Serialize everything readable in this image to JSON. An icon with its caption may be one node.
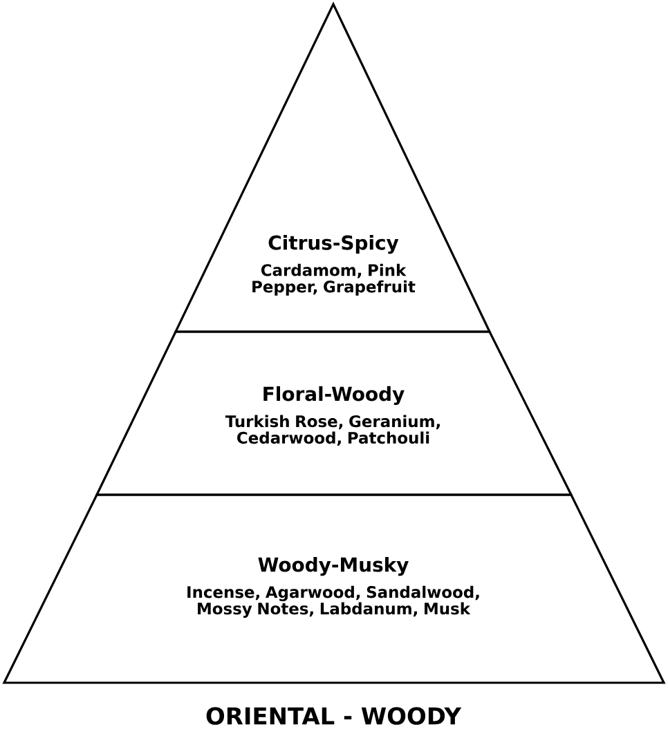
{
  "diagram": {
    "title": "ORIENTAL - WOODY",
    "nodes": [
      {
        "text": [
          "Citrus-Spicy",
          "Cardamom, Pink Pepper, Grapefruit"
        ]
      },
      {
        "text": [
          "Floral-Woody",
          "Turkish Rose, Geranium, Cedarwood, Patchouli"
        ]
      },
      {
        "text": [
          "Woody-Musky",
          "Incense, Agarwood, Sandalwood, Mossy Notes, Labdanum, Musk"
        ]
      }
    ]
  }
}
